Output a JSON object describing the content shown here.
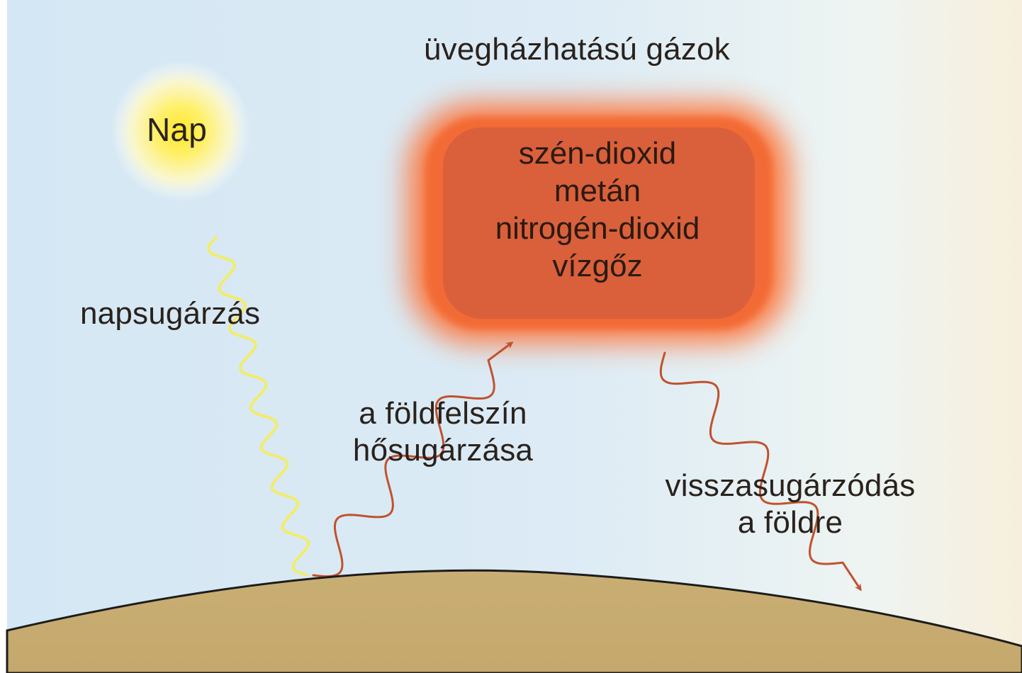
{
  "title": "üvegházhatású gázok",
  "sun": {
    "label": "Nap",
    "color": "#ffe83a"
  },
  "gas_box": {
    "items": [
      "szén-dioxid",
      "metán",
      "nitrogén-dioxid",
      "vízgőz"
    ],
    "color": "#d9603a",
    "glow_color": "#ff5a1e"
  },
  "radiation": {
    "solar": {
      "label": "napsugárzás",
      "color": "#f2ec6a"
    },
    "surface": {
      "label": "a földfelszín\nhősugárzása",
      "color": "#c0522e"
    },
    "back": {
      "label": "visszasugárzódás\na földre",
      "color": "#c0522e"
    }
  },
  "colors": {
    "sky": "#d6e8f4",
    "ground": "#c8ad72",
    "text": "#2a221c"
  }
}
